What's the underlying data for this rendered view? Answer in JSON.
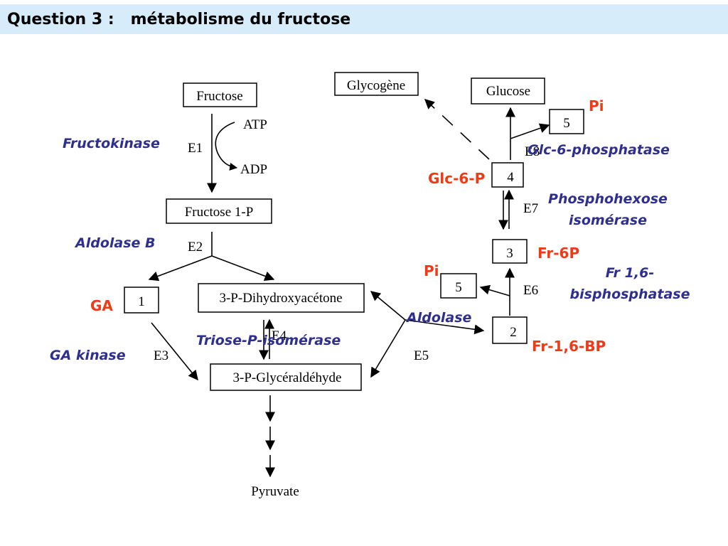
{
  "header": {
    "title": "Question 3 :   métabolisme du fructose"
  },
  "nodes": {
    "fructose": "Fructose",
    "fructose_1p": "Fructose 1-P",
    "node1": "1",
    "dhap": "3-P-Dihydroxyacétone",
    "gap": "3-P-Glycéraldéhyde",
    "pyruvate": "Pyruvate",
    "node2": "2",
    "node3": "3",
    "node4": "4",
    "node5_lower": "5",
    "node5_upper": "5",
    "glycogene": "Glycogène",
    "glucose": "Glucose"
  },
  "cofactors": {
    "atp": "ATP",
    "adp": "ADP"
  },
  "enzyme_codes": {
    "e1": "E1",
    "e2": "E2",
    "e3": "E3",
    "e4": "E4",
    "e5": "E5",
    "e6": "E6",
    "e7": "E7",
    "e8": "E8"
  },
  "enzymes": {
    "fructokinase": "Fructokinase",
    "aldolase_b": "Aldolase B",
    "ga_kinase": "GA kinase",
    "triose_isomerase": "Triose-P-isomérase",
    "aldolase": "Aldolase",
    "fr_bisphosphatase_1": "Fr 1,6-",
    "fr_bisphosphatase_2": "bisphosphatase",
    "phosphohexose_1": "Phosphohexose",
    "phosphohexose_2": "isomérase",
    "glc6_phosphatase": "Glc-6-phosphatase"
  },
  "metabolites": {
    "ga": "GA",
    "fr_16bp": "Fr-1,6-BP",
    "fr_6p": "Fr-6P",
    "pi_lower": "Pi",
    "glc_6p": "Glc-6-P",
    "pi_upper": "Pi"
  },
  "colors": {
    "header_bg": "#d6ecfa",
    "enzyme_text": "#2e2f8f",
    "metabolite_text": "#f03a17"
  }
}
